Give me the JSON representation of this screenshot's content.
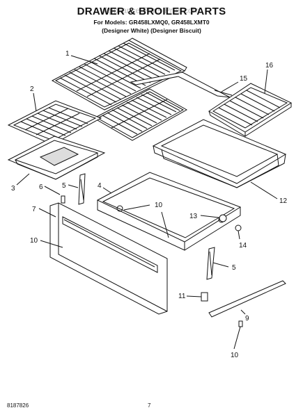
{
  "header": {
    "title": "DRAWER & BROILER PARTS",
    "watermark": "Appliance Parts Pros.com",
    "models_line": "For Models: GR458LXMQ0, GR458LXMT0",
    "colors_line": "(Designer White) (Designer Biscuit)"
  },
  "footer": {
    "doc_number": "8187826",
    "page_number": "7"
  },
  "callouts": {
    "c1": "1",
    "c2": "2",
    "c3": "3",
    "c4": "4",
    "c5a": "5",
    "c5b": "5",
    "c6": "6",
    "c7": "7",
    "c9": "9",
    "c10a": "10",
    "c10b": "10",
    "c10c": "10",
    "c11": "11",
    "c12": "12",
    "c13": "13",
    "c14": "14",
    "c15": "15",
    "c16": "16"
  },
  "colors": {
    "line": "#111111",
    "watermark": "#bdbdbd"
  }
}
